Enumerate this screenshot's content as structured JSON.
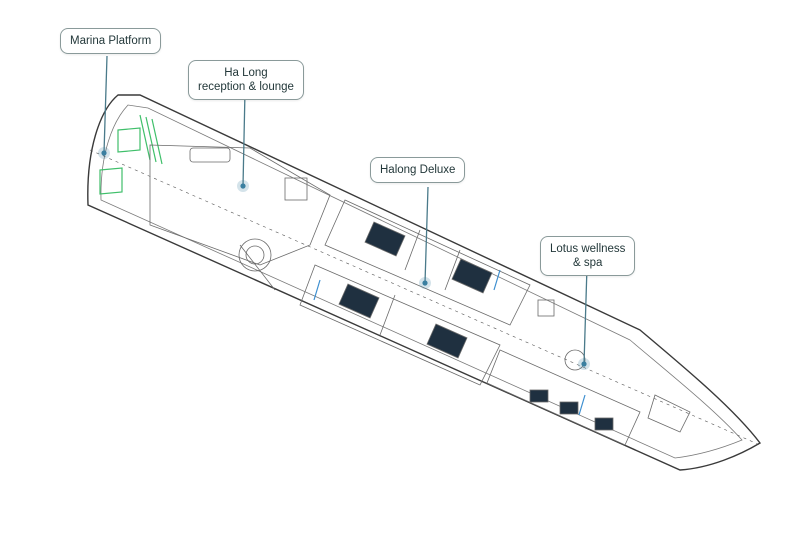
{
  "plan": {
    "hull_stroke": "#3a3a3a",
    "line_color": "#7a7a7a",
    "marina_accent": "#3fbf6a",
    "window_accent": "#3d8fd0",
    "bed_fill": "#1f3040",
    "leader_color": "#4a7a8a",
    "marker_color": "#3a7fa0"
  },
  "callouts": [
    {
      "id": "marina",
      "lines": [
        "Marina Platform"
      ]
    },
    {
      "id": "reception",
      "lines": [
        "Ha Long",
        "reception & lounge"
      ]
    },
    {
      "id": "deluxe",
      "lines": [
        "Halong Deluxe"
      ]
    },
    {
      "id": "lotus",
      "lines": [
        "Lotus wellness",
        "& spa"
      ]
    }
  ]
}
